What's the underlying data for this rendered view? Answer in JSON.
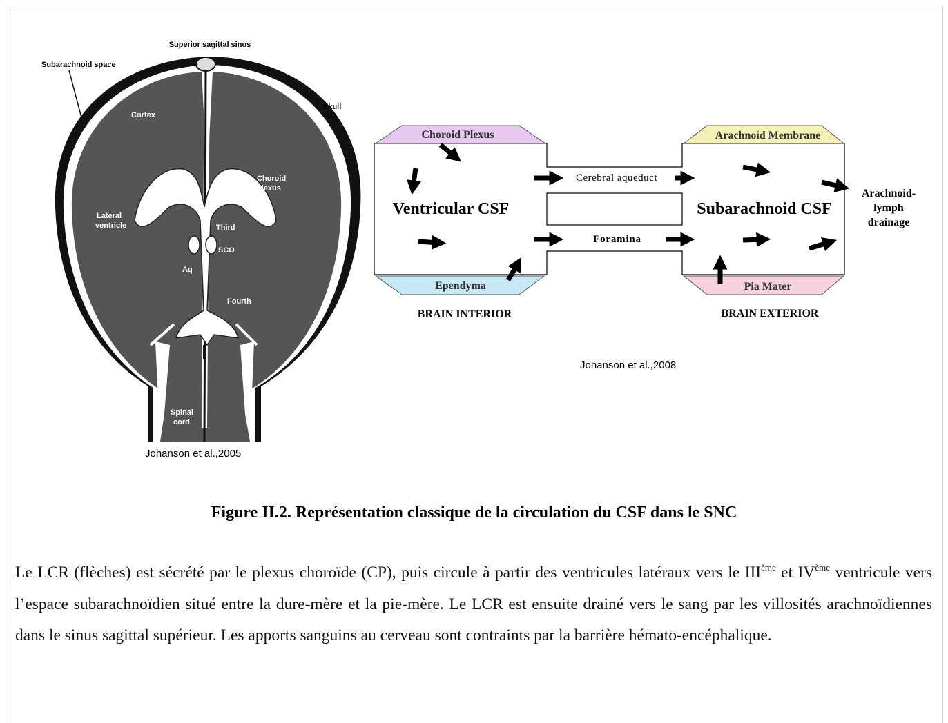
{
  "brain": {
    "labels": {
      "superior_sagittal_sinus": "Superior sagittal sinus",
      "subarachnoid_space": "Subarachnoid space",
      "skull": "Skull",
      "cortex": "Cortex",
      "choroid": "Choroid",
      "plexus": "plexus",
      "lateral": "Lateral",
      "ventricle": "ventricle",
      "third": "Third",
      "sco": "SCO",
      "aq": "Aq",
      "fourth": "Fourth",
      "spinal": "Spinal",
      "cord": "cord"
    },
    "citation": "Johanson et al.,2005"
  },
  "flow": {
    "choroid_plexus": "Choroid Plexus",
    "ependyma": "Ependyma",
    "arachnoid_membrane": "Arachnoid Membrane",
    "pia_mater": "Pia Mater",
    "ventricular_csf": "Ventricular CSF",
    "subarachnoid_csf": "Subarachnoid CSF",
    "cerebral_aqueduct": "Cerebral aqueduct",
    "foramina": "Foramina",
    "drainage_1": "Arachnoid-",
    "drainage_2": "lymph",
    "drainage_3": "drainage",
    "brain_interior": "BRAIN INTERIOR",
    "brain_exterior": "BRAIN  EXTERIOR",
    "citation": "Johanson et al.,2008",
    "colors": {
      "choroid": "#e7c8f0",
      "ependyma": "#c8e8f6",
      "arachnoid": "#f5f2b8",
      "pia": "#f6d3dc"
    }
  },
  "caption": {
    "title": "Figure II.2. Représentation classique de la circulation du CSF dans le SNC",
    "p1": "Le LCR (flèches) est sécrété par le plexus choroïde (CP), puis circule à partir des ventricules latéraux vers le III",
    "sup1": "ème",
    "p2": " et IV",
    "sup2": "ème",
    "p3": " ventricule vers l’espace subarachnoïdien situé entre la dure-mère et la pie-mère. Le LCR est ensuite drainé vers le sang par les villosités arachnoïdiennes dans le sinus sagittal supérieur. Les apports sanguins au cerveau sont contraints par la barrière hémato-encéphalique."
  }
}
